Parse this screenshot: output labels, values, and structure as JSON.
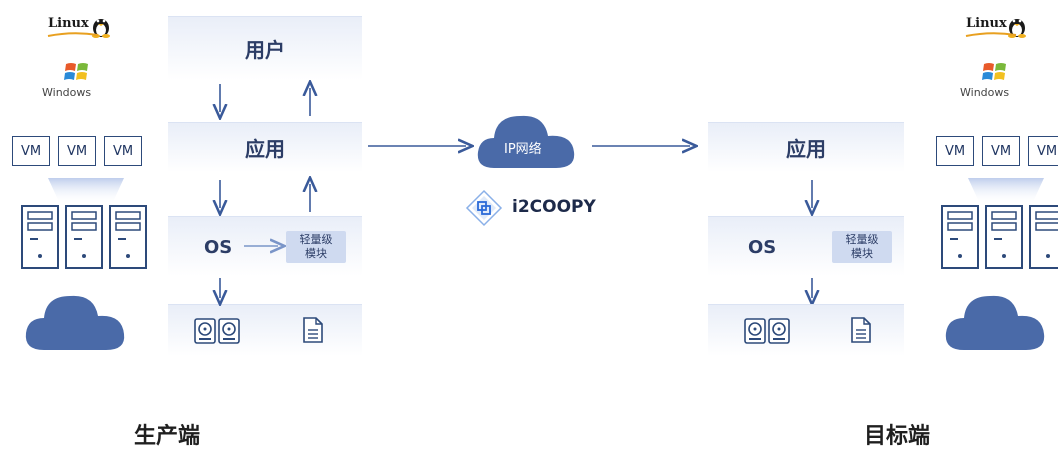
{
  "left": {
    "os_logos": {
      "linux": "Linux",
      "windows": "Windows"
    },
    "vms": [
      "VM",
      "VM",
      "VM"
    ],
    "stack": {
      "user": "用户",
      "app": "应用",
      "os": "OS",
      "module_line1": "轻量级",
      "module_line2": "模块"
    },
    "title": "生产端"
  },
  "center": {
    "network": "IP网络",
    "brand": "i2COOPY"
  },
  "right": {
    "os_logos": {
      "linux": "Linux",
      "windows": "Windows"
    },
    "vms": [
      "VM",
      "VM",
      "VM"
    ],
    "stack": {
      "app": "应用",
      "os": "OS",
      "module_line1": "轻量级",
      "module_line2": "模块"
    },
    "title": "目标端"
  },
  "colors": {
    "accent": "#5b7bb8",
    "cloud": "#4a6aa8",
    "arrow": "#3a5a9a",
    "box_top": "#e9eef8"
  }
}
